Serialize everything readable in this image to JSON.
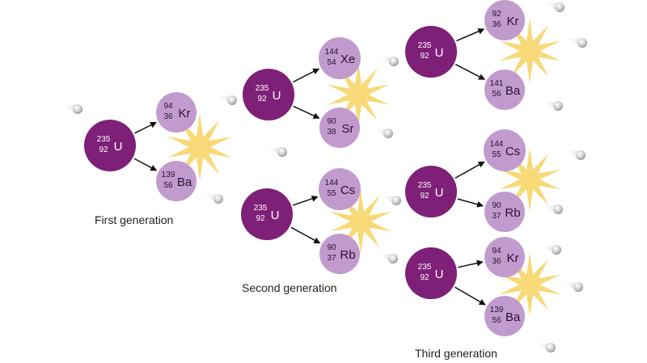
{
  "colors": {
    "uranium": "#7e1f78",
    "fragment": "#c29bce",
    "flash": "#f8d978",
    "neutron": "#d8d8d8",
    "arrow": "#111111"
  },
  "captions": {
    "first": "First generation",
    "second": "Second generation",
    "third": "Third generation"
  },
  "nuclei": [
    {
      "id": "u-g1",
      "kind": "uranium",
      "mass": "235",
      "atomic": "92",
      "symbol": "U"
    },
    {
      "id": "kr-g1",
      "kind": "fragment",
      "mass": "94",
      "atomic": "36",
      "symbol": "Kr"
    },
    {
      "id": "ba-g1",
      "kind": "fragment",
      "mass": "139",
      "atomic": "56",
      "symbol": "Ba"
    },
    {
      "id": "u-g2a",
      "kind": "uranium",
      "mass": "235",
      "atomic": "92",
      "symbol": "U"
    },
    {
      "id": "xe-g2a",
      "kind": "fragment",
      "mass": "144",
      "atomic": "54",
      "symbol": "Xe"
    },
    {
      "id": "sr-g2a",
      "kind": "fragment",
      "mass": "90",
      "atomic": "38",
      "symbol": "Sr"
    },
    {
      "id": "u-g2b",
      "kind": "uranium",
      "mass": "235",
      "atomic": "92",
      "symbol": "U"
    },
    {
      "id": "cs-g2b",
      "kind": "fragment",
      "mass": "144",
      "atomic": "55",
      "symbol": "Cs"
    },
    {
      "id": "rb-g2b",
      "kind": "fragment",
      "mass": "90",
      "atomic": "37",
      "symbol": "Rb"
    },
    {
      "id": "u-g3a",
      "kind": "uranium",
      "mass": "235",
      "atomic": "92",
      "symbol": "U"
    },
    {
      "id": "kr-g3a",
      "kind": "fragment",
      "mass": "92",
      "atomic": "36",
      "symbol": "Kr"
    },
    {
      "id": "ba-g3a",
      "kind": "fragment",
      "mass": "141",
      "atomic": "56",
      "symbol": "Ba"
    },
    {
      "id": "u-g3b",
      "kind": "uranium",
      "mass": "235",
      "atomic": "92",
      "symbol": "U"
    },
    {
      "id": "cs-g3b",
      "kind": "fragment",
      "mass": "144",
      "atomic": "55",
      "symbol": "Cs"
    },
    {
      "id": "rb-g3b",
      "kind": "fragment",
      "mass": "90",
      "atomic": "37",
      "symbol": "Rb"
    },
    {
      "id": "u-g3c",
      "kind": "uranium",
      "mass": "235",
      "atomic": "92",
      "symbol": "U"
    },
    {
      "id": "kr-g3c",
      "kind": "fragment",
      "mass": "94",
      "atomic": "36",
      "symbol": "Kr"
    },
    {
      "id": "ba-g3c",
      "kind": "fragment",
      "mass": "139",
      "atomic": "56",
      "symbol": "Ba"
    }
  ],
  "arrows": [
    {
      "from": "u-g1",
      "to": "kr-g1"
    },
    {
      "from": "u-g1",
      "to": "ba-g1"
    },
    {
      "from": "u-g2a",
      "to": "xe-g2a"
    },
    {
      "from": "u-g2a",
      "to": "sr-g2a"
    },
    {
      "from": "u-g2b",
      "to": "cs-g2b"
    },
    {
      "from": "u-g2b",
      "to": "rb-g2b"
    },
    {
      "from": "u-g3a",
      "to": "kr-g3a"
    },
    {
      "from": "u-g3a",
      "to": "ba-g3a"
    },
    {
      "from": "u-g3b",
      "to": "cs-g3b"
    },
    {
      "from": "u-g3b",
      "to": "rb-g3b"
    },
    {
      "from": "u-g3c",
      "to": "kr-g3c"
    },
    {
      "from": "u-g3c",
      "to": "ba-g3c"
    }
  ]
}
